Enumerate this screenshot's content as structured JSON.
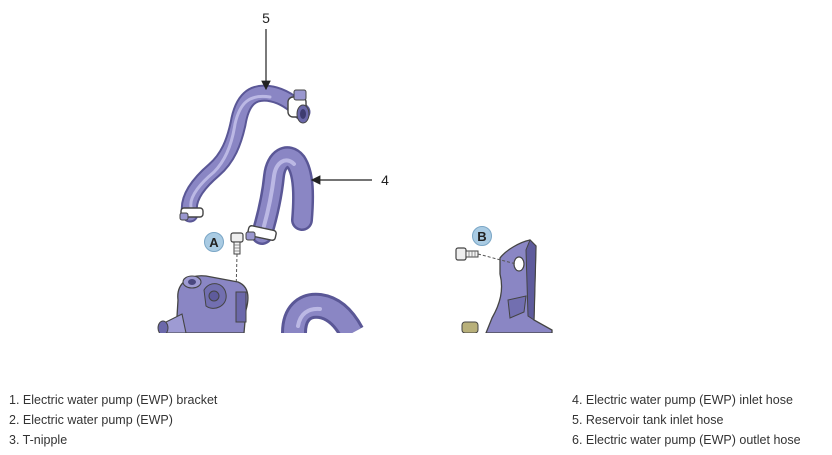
{
  "callouts": {
    "inlet_hose": "4",
    "reservoir_hose": "5"
  },
  "badges": {
    "a": "A",
    "b": "B"
  },
  "legend": {
    "left": [
      "1. Electric water pump (EWP) bracket",
      "2. Electric water pump (EWP)",
      "3. T-nipple"
    ],
    "right": [
      "4. Electric water pump (EWP) inlet hose",
      "5. Reservoir tank inlet hose",
      "6. Electric water pump (EWP) outlet hose"
    ]
  },
  "colors": {
    "hose_fill": "#8a86c4",
    "hose_shadow": "#5a5796",
    "hose_highlight": "#c7c4ec",
    "badge_fill": "#a9cbe3",
    "bolt_fill": "#eeeeee",
    "line": "#222222"
  }
}
